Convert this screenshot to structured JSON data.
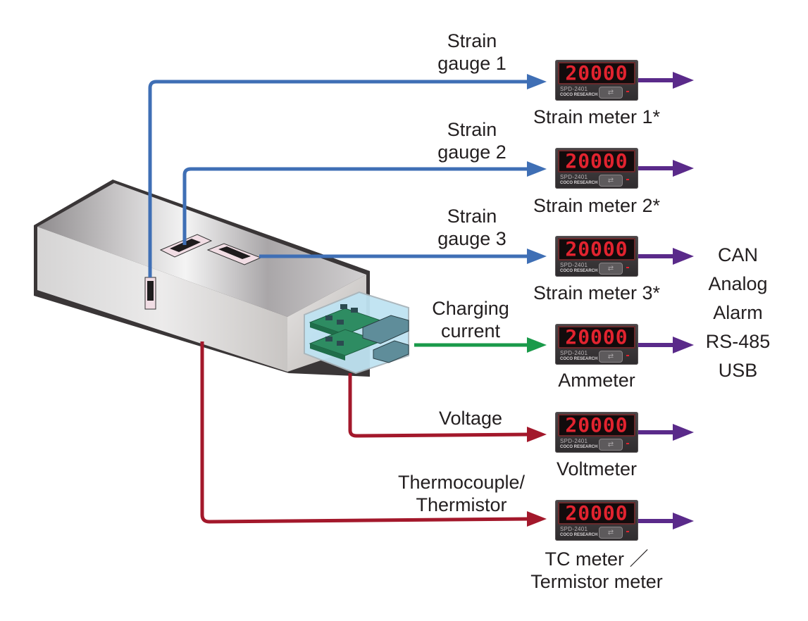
{
  "diagram": {
    "title": "",
    "colors": {
      "strain_line": "#3f6fb5",
      "current_line": "#1a9a4a",
      "voltage_line": "#a3182b",
      "output_line": "#5a2a8a",
      "meter_digit": "#e2232f"
    },
    "signals": [
      {
        "id": "strain1",
        "label_lines": [
          "Strain",
          "gauge 1"
        ],
        "type": "strain"
      },
      {
        "id": "strain2",
        "label_lines": [
          "Strain",
          "gauge 2"
        ],
        "type": "strain"
      },
      {
        "id": "strain3",
        "label_lines": [
          "Strain",
          "gauge 3"
        ],
        "type": "strain"
      },
      {
        "id": "current",
        "label_lines": [
          "Charging",
          "current"
        ],
        "type": "current"
      },
      {
        "id": "voltage",
        "label_lines": [
          "Voltage"
        ],
        "type": "voltage"
      },
      {
        "id": "temp",
        "label_lines": [
          "Thermocouple/",
          "Thermistor"
        ],
        "type": "voltage"
      }
    ],
    "meters": [
      {
        "id": "strain1",
        "display": "20000",
        "model": "SPD-2401",
        "brand": "COCO RESEARCH",
        "label_lines": [
          "Strain meter 1*"
        ]
      },
      {
        "id": "strain2",
        "display": "20000",
        "model": "SPD-2401",
        "brand": "COCO RESEARCH",
        "label_lines": [
          "Strain meter 2*"
        ]
      },
      {
        "id": "strain3",
        "display": "20000",
        "model": "SPD-2401",
        "brand": "COCO RESEARCH",
        "label_lines": [
          "Strain meter 3*"
        ]
      },
      {
        "id": "ammeter",
        "display": "20000",
        "model": "SPD-2401",
        "brand": "COCO RESEARCH",
        "label_lines": [
          "Ammeter"
        ]
      },
      {
        "id": "voltmeter",
        "display": "20000",
        "model": "SPD-2401",
        "brand": "COCO RESEARCH",
        "label_lines": [
          "Voltmeter"
        ]
      },
      {
        "id": "tcmeter",
        "display": "20000",
        "model": "SPD-2401",
        "brand": "COCO RESEARCH",
        "label_lines": [
          "TC meter ／",
          "Termistor meter"
        ]
      }
    ],
    "outputs": [
      "CAN",
      "Analog",
      "Alarm",
      "RS-485",
      "USB"
    ],
    "device": {
      "name": "battery-pack-with-circuit-boards"
    }
  }
}
